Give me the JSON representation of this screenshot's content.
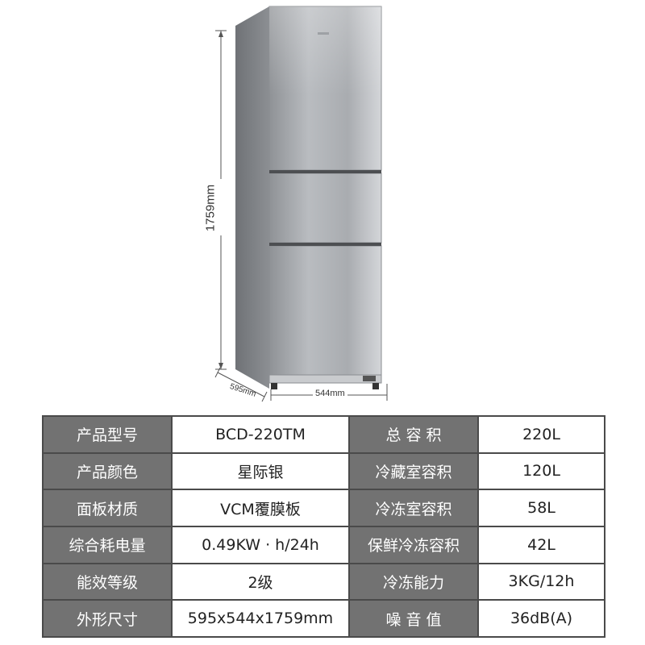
{
  "dimensions": {
    "height": "1759mm",
    "depth": "595mm",
    "width": "544mm"
  },
  "specs": [
    {
      "label_1": "产品型号",
      "value_1": "BCD-220TM",
      "label_2": "总 容 积",
      "value_2": "220L"
    },
    {
      "label_1": "产品颜色",
      "value_1": "星际银",
      "label_2": "冷藏室容积",
      "value_2": "120L"
    },
    {
      "label_1": "面板材质",
      "value_1": "VCM覆膜板",
      "label_2": "冷冻室容积",
      "value_2": "58L"
    },
    {
      "label_1": "综合耗电量",
      "value_1": "0.49KW · h/24h",
      "label_2": "保鲜冷冻容积",
      "value_2": "42L"
    },
    {
      "label_1": "能效等级",
      "value_1": "2级",
      "label_2": "冷冻能力",
      "value_2": "3KG/12h"
    },
    {
      "label_1": "外形尺寸",
      "value_1": "595x544x1759mm",
      "label_2": "噪 音 值",
      "value_2": "36dB(A)"
    }
  ]
}
